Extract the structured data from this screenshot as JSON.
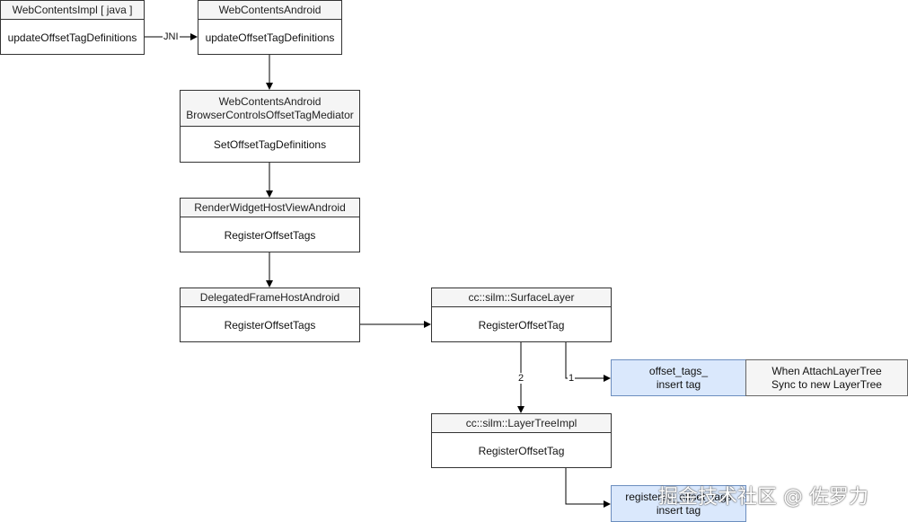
{
  "nodes": {
    "n1": {
      "header": "WebContentsImpl [ java ]",
      "body": "updateOffsetTagDefinitions"
    },
    "n2": {
      "header": "WebContentsAndroid",
      "body": "updateOffsetTagDefinitions"
    },
    "n3": {
      "header_line1": "WebContentsAndroid",
      "header_line2": "BrowserControlsOffsetTagMediator",
      "body": "SetOffsetTagDefinitions"
    },
    "n4": {
      "header": "RenderWidgetHostViewAndroid",
      "body": "RegisterOffsetTags"
    },
    "n5": {
      "header": "DelegatedFrameHostAndroid",
      "body": "RegisterOffsetTags"
    },
    "n6": {
      "header": "cc::silm::SurfaceLayer",
      "body": "RegisterOffsetTag"
    },
    "n7": {
      "header": "cc::silm::LayerTreeImpl",
      "body": "RegisterOffsetTag"
    }
  },
  "notes": {
    "offset_tags": {
      "line1": "offset_tags_",
      "line2": "insert tag"
    },
    "attach": {
      "line1": "When AttachLayerTree",
      "line2": "Sync to new LayerTree"
    },
    "registered": {
      "line1": "registered_offset_tags",
      "line2": "insert tag"
    }
  },
  "edge_labels": {
    "jni": "JNI",
    "one": "1",
    "two": "2"
  },
  "watermark": "掘金技术社区 @ 佐罗力",
  "colors": {
    "note_fill": "#dae8fc",
    "note_stroke": "#6c8ebf",
    "header_fill": "#f5f5f5",
    "line": "#000000"
  }
}
